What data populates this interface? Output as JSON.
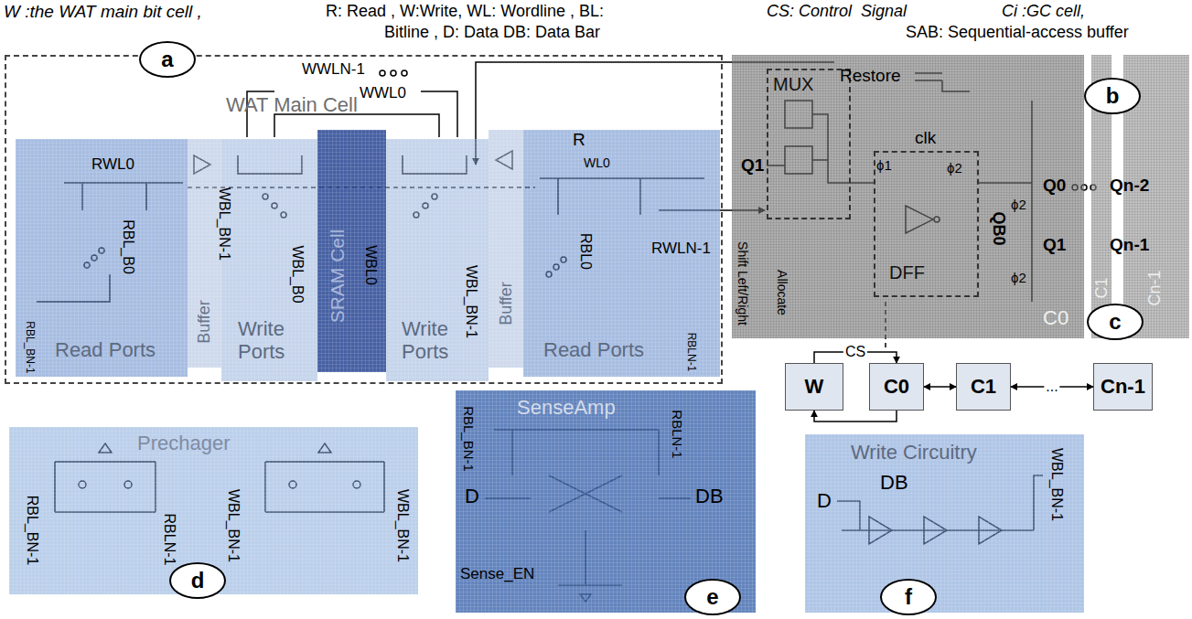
{
  "diagram": {
    "nodes": [
      {
        "text": [
          "WAT Main Cell"
        ]
      },
      {
        "text": [
          "Read Ports"
        ],
        "in": 0
      },
      {
        "text": [
          "Buffer"
        ],
        "in": 0
      },
      {
        "text": [
          "Write Ports"
        ],
        "in": 0
      },
      {
        "text": [
          "SRAM Cell"
        ],
        "in": 0
      },
      {
        "text": [
          "Write Ports"
        ],
        "in": 0
      },
      {
        "text": [
          "Buffer"
        ],
        "in": 0
      },
      {
        "text": [
          "Read Ports"
        ],
        "in": 0
      },
      {
        "text": [
          "C0"
        ]
      },
      {
        "text": [
          "MUX"
        ],
        "in": 8
      },
      {
        "text": [
          "DFF"
        ],
        "in": 8
      },
      {
        "text": [
          "C1"
        ]
      },
      {
        "text": [
          "Cn-1"
        ]
      },
      {
        "text": [
          "W"
        ]
      },
      {
        "text": [
          "C0"
        ]
      },
      {
        "text": [
          "C1"
        ]
      },
      {
        "text": [
          "Cn-1"
        ]
      },
      {
        "text": [
          "Prechager"
        ]
      },
      {
        "text": [
          "SenseAmp"
        ]
      },
      {
        "text": [
          "Write Circuitry"
        ]
      },
      {
        "text": [
          "a"
        ]
      },
      {
        "text": [
          "b"
        ]
      },
      {
        "text": [
          "c"
        ]
      },
      {
        "text": [
          "d"
        ]
      },
      {
        "text": [
          "e"
        ]
      },
      {
        "text": [
          "f"
        ]
      }
    ],
    "edges": [
      {
        "from": 13,
        "to": 14,
        "arrow": "to",
        "label": "CS"
      },
      {
        "from": 14,
        "to": 13,
        "arrow": "to"
      },
      {
        "from": 14,
        "to": 15,
        "arrow": "both"
      },
      {
        "from": 15,
        "to": 16,
        "arrow": "both",
        "label": "..."
      }
    ],
    "labels": [
      "W :the WAT main bit cell ,",
      "R: Read , W:Write, WL: Wordline , BL:",
      "Bitline , D: Data DB: Data Bar",
      "CS: Control  Signal",
      "Ci :GC cell,",
      "SAB: Sequential-access buffer",
      "WWLN-1",
      "WWL0",
      "RWL0",
      "RBL_B0",
      "RBL_BN-1",
      "WBL_BN-1",
      "WBL_B0",
      "WBL0",
      "WBL_BN-1",
      "R",
      "WL0",
      "RBL0",
      "RWLN-1",
      "RBLN-1",
      "Restore",
      "clk",
      "Q1",
      "ϕ1",
      "ϕ2",
      "ϕ2",
      "ϕ2",
      "Q0",
      "Qn-2",
      "QB0",
      "Q1",
      "Qn-1",
      "Shift Left/Right",
      "Allocate",
      "RBL_BN-1",
      "RBLN-1",
      "WBL_BN-1",
      "WBL_BN-1",
      "RBL_BN-1",
      "RBLN-1",
      "D",
      "DB",
      "Sense_EN",
      "D",
      "DB",
      "WBL_BN-1"
    ]
  }
}
